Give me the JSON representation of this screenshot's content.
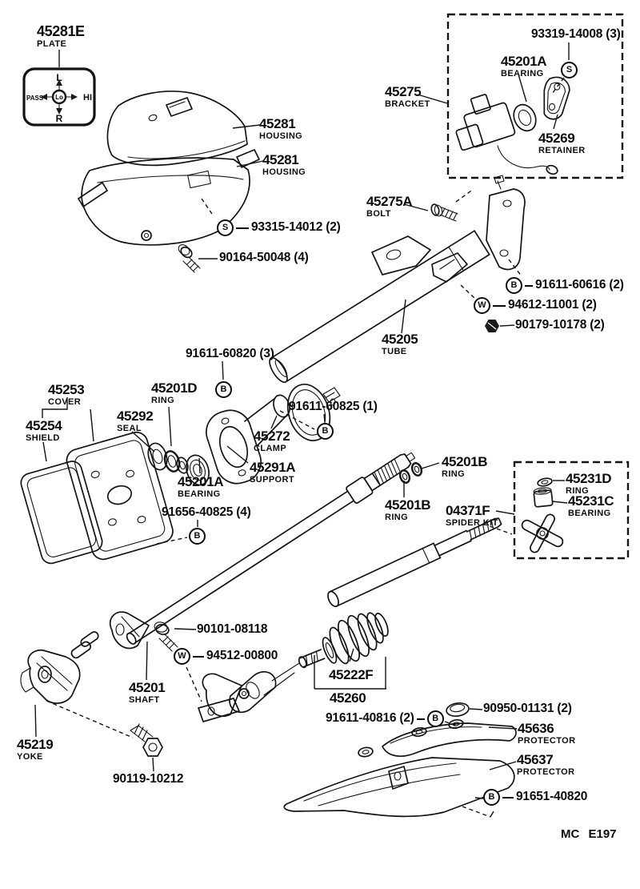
{
  "code": "MC E197",
  "plate": {
    "top": "L",
    "bottom": "R",
    "left": "PASS",
    "right": "HI",
    "center": "Lo"
  },
  "symbols": [
    {
      "letter": "S"
    },
    {
      "letter": "B"
    },
    {
      "letter": "B"
    },
    {
      "letter": "B"
    }
  ],
  "callouts": [
    {
      "num": "45281E",
      "name": "PLATE"
    },
    {
      "num": "45281",
      "name": "HOUSING"
    },
    {
      "num": "45281",
      "name": "HOUSING"
    },
    {
      "num": "45275",
      "name": "BRACKET"
    },
    {
      "num": "93319-14008 (3)"
    },
    {
      "num": "45201A",
      "name": "BEARING"
    },
    {
      "num": "45269",
      "name": "RETAINER"
    },
    {
      "num": "45275A",
      "name": "BOLT"
    },
    {
      "sym": "S",
      "num": "93315-14012 (2)"
    },
    {
      "num": "90164-50048 (4)"
    },
    {
      "sym": "B",
      "num": "91611-60616 (2)"
    },
    {
      "sym": "W",
      "num": "94612-11001 (2)"
    },
    {
      "num": "90179-10178 (2)"
    },
    {
      "num": "45205",
      "name": "TUBE"
    },
    {
      "num": "91611-60820 (3)"
    },
    {
      "num": "45253",
      "name": "COVER"
    },
    {
      "num": "45254",
      "name": "SHIELD"
    },
    {
      "num": "45292",
      "name": "SEAL"
    },
    {
      "num": "45201D",
      "name": "RING"
    },
    {
      "num": "91611-60825 (1)"
    },
    {
      "num": "45272",
      "name": "CLAMP"
    },
    {
      "num": "45291A",
      "name": "SUPPORT"
    },
    {
      "num": "45201A",
      "name": "BEARING"
    },
    {
      "num": "91656-40825 (4)"
    },
    {
      "num": "45201B",
      "name": "RING"
    },
    {
      "num": "45201B",
      "name": "RING"
    },
    {
      "num": "04371F",
      "name": "SPIDER KIT"
    },
    {
      "num": "45231D",
      "name": "RING"
    },
    {
      "num": "45231C",
      "name": "BEARING"
    },
    {
      "num": "90101-08118"
    },
    {
      "sym": "W",
      "num": "94512-00800"
    },
    {
      "num": "45201",
      "name": "SHAFT"
    },
    {
      "num": "45219",
      "name": "YOKE"
    },
    {
      "num": "90119-10212"
    },
    {
      "num": "45222F"
    },
    {
      "num": "45260"
    },
    {
      "num": "91611-40816 (2)",
      "sym": "B"
    },
    {
      "num": "90950-01131 (2)"
    },
    {
      "num": "45636",
      "name": "PROTECTOR"
    },
    {
      "num": "45637",
      "name": "PROTECTOR"
    },
    {
      "sym": "B",
      "num": "91651-40820"
    }
  ]
}
